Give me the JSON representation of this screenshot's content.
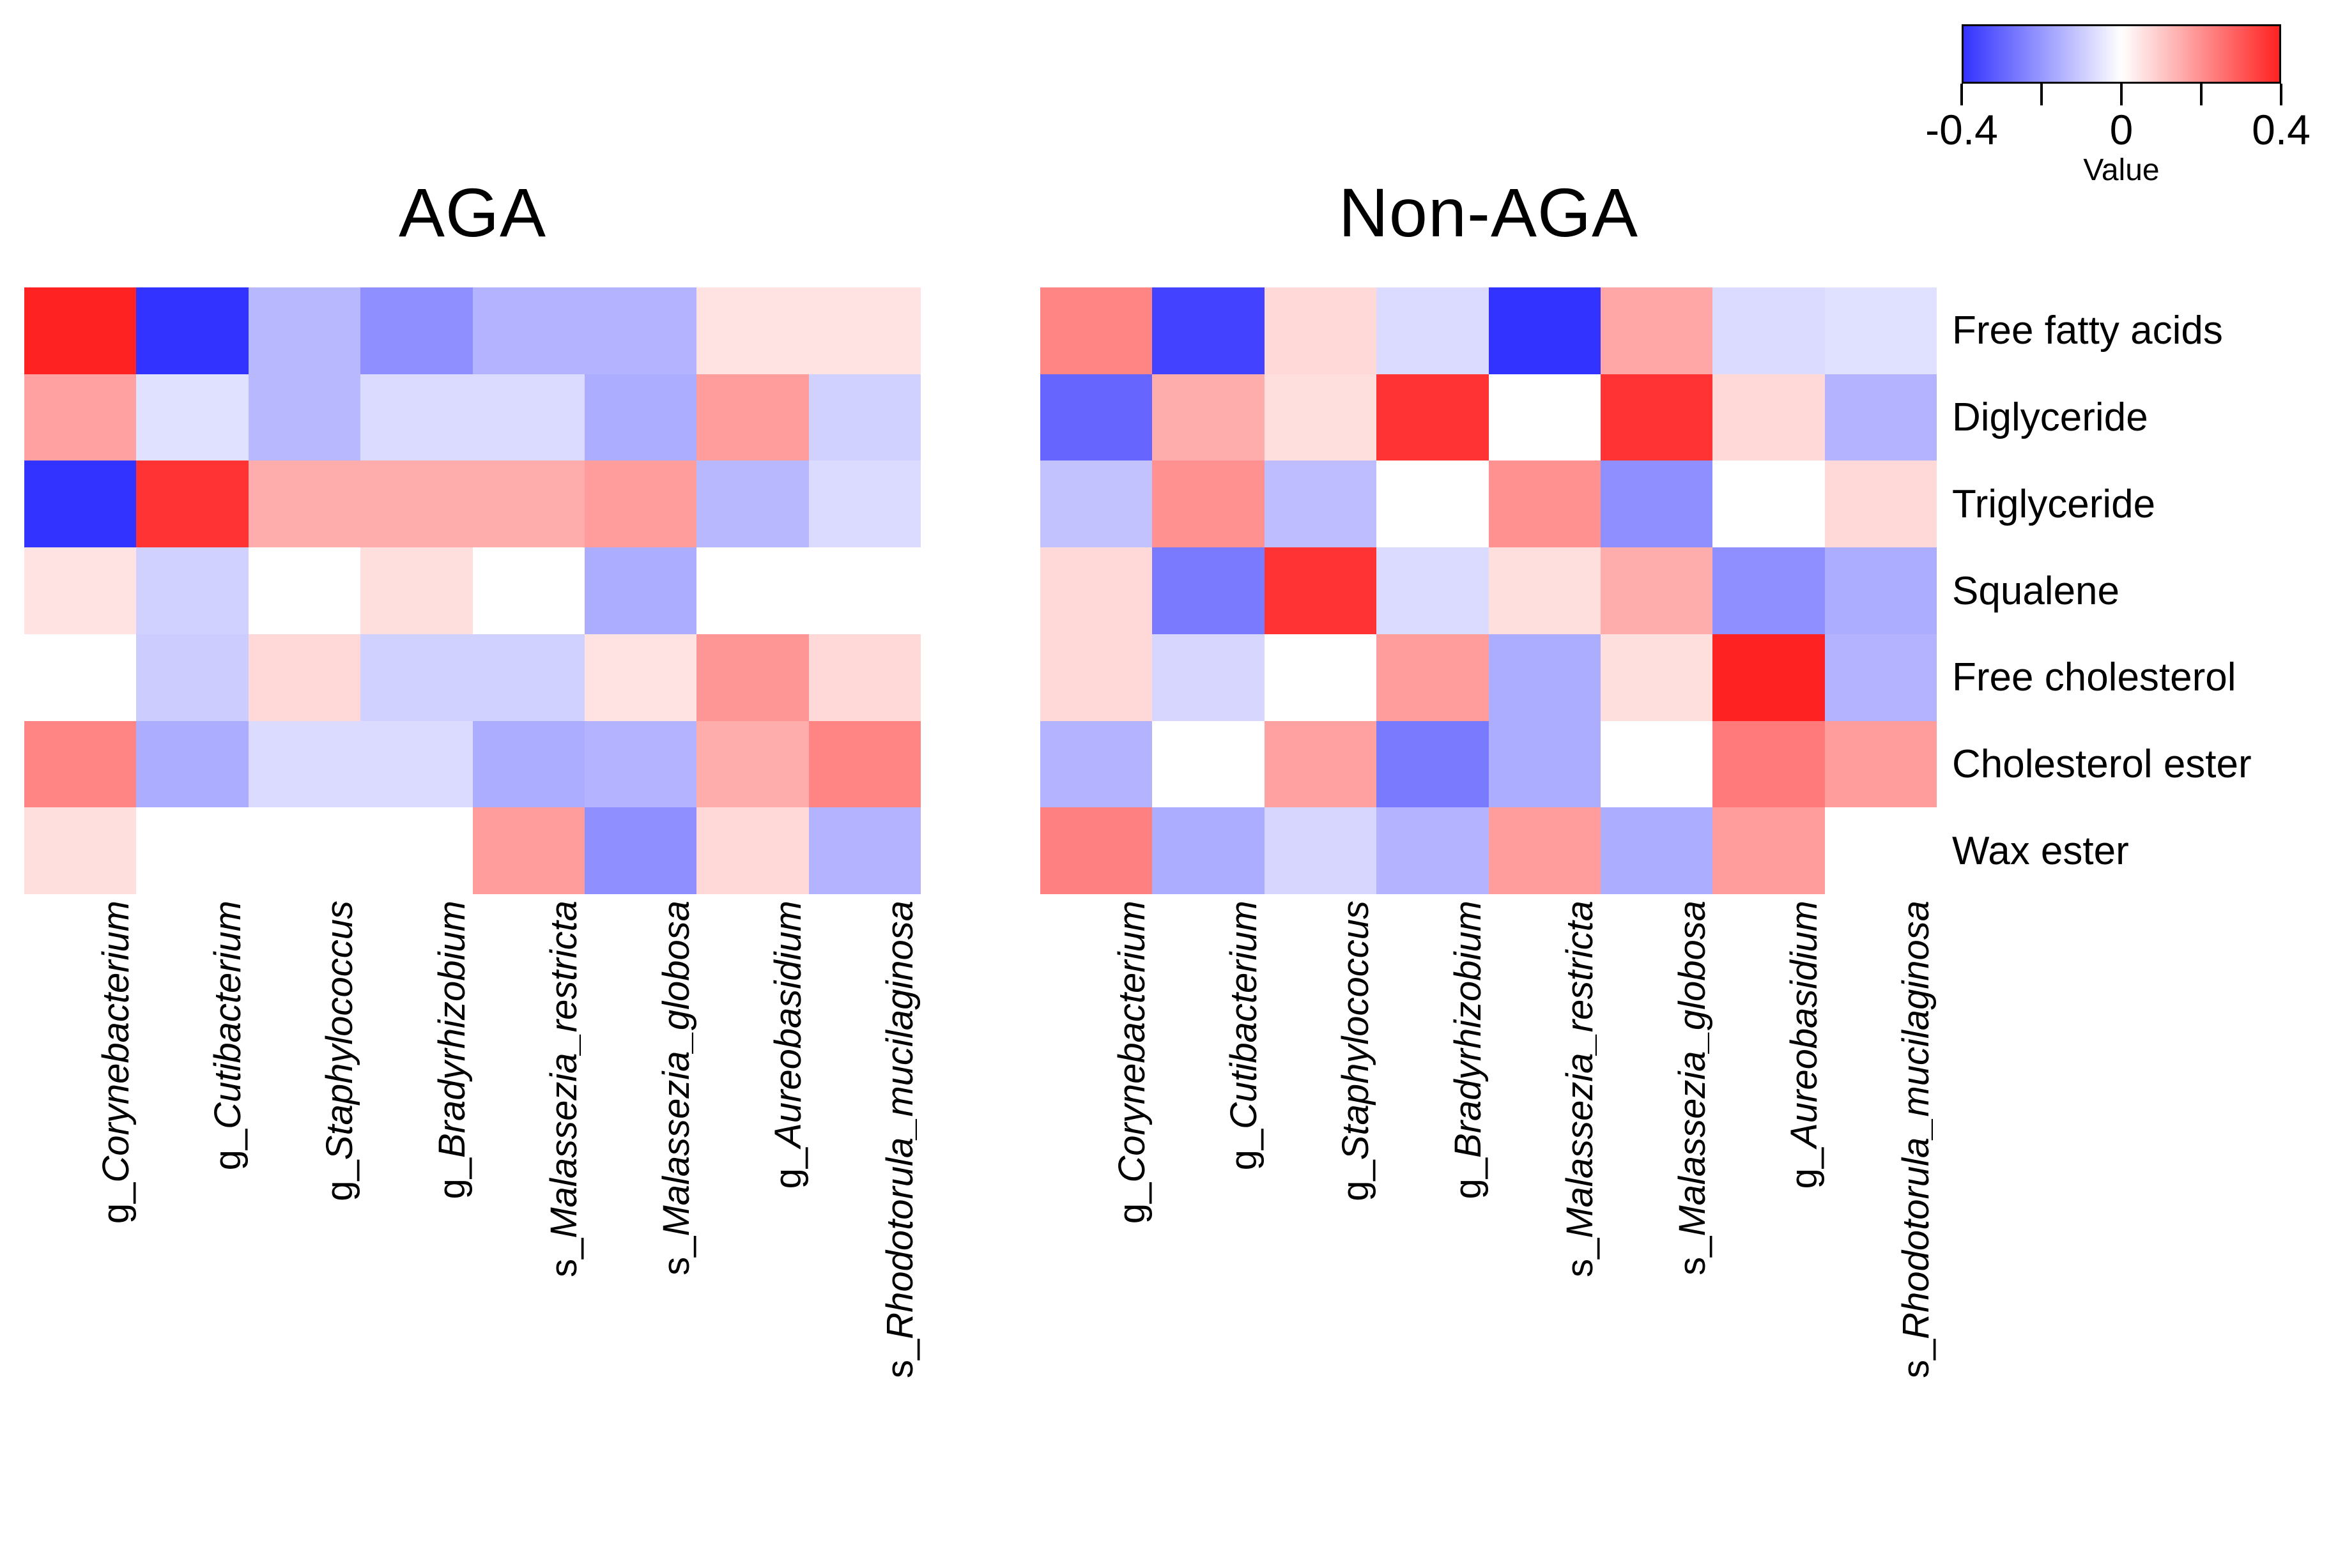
{
  "legend": {
    "title": "Value",
    "ticks": [
      "-0.4",
      "",
      "0",
      "",
      "0.4"
    ],
    "tick_values": [
      -0.4,
      -0.2,
      0,
      0.2,
      0.4
    ],
    "low_color": "#3333ff",
    "mid_color": "#ffffff",
    "high_color": "#ff2222",
    "vmin": -0.4,
    "vmax": 0.4
  },
  "panels": [
    {
      "id": "aga",
      "title": "AGA"
    },
    {
      "id": "nonaga",
      "title": "Non-AGA"
    }
  ],
  "row_labels": [
    "Free fatty acids",
    "Diglyceride",
    "Triglyceride",
    "Squalene",
    "Free cholesterol",
    "Cholesterol ester",
    "Wax ester"
  ],
  "column_labels": [
    "g_Corynebacterium",
    "g_Cutibacterium",
    "g_Staphylococcus",
    "g_Bradyrhizobium",
    "s_Malassezia_restricta",
    "s_Malassezia_globosa",
    "g_Aureobasidium",
    "s_Rhodotorula_mucilaginosa"
  ],
  "chart_data": {
    "type": "heatmap",
    "title": "",
    "xlabel": "",
    "ylabel": "",
    "colorbar_label": "Value",
    "colormap": "blue-white-red",
    "zlim": [
      -0.4,
      0.4
    ],
    "grid": false,
    "legend_position": "top-right",
    "x": [
      "g_Corynebacterium",
      "g_Cutibacterium",
      "g_Staphylococcus",
      "g_Bradyrhizobium",
      "s_Malassezia_restricta",
      "s_Malassezia_globosa",
      "g_Aureobasidium",
      "s_Rhodotorula_mucilaginosa"
    ],
    "y": [
      "Free fatty acids",
      "Diglyceride",
      "Triglyceride",
      "Squalene",
      "Free cholesterol",
      "Cholesterol ester",
      "Wax ester"
    ],
    "panels": [
      {
        "name": "AGA",
        "values": [
          [
            0.4,
            -0.4,
            -0.14,
            -0.22,
            -0.15,
            -0.15,
            0.05,
            0.05
          ],
          [
            0.17,
            -0.06,
            -0.14,
            -0.07,
            -0.07,
            -0.16,
            0.18,
            -0.09
          ],
          [
            -0.4,
            0.37,
            0.15,
            0.15,
            0.15,
            0.18,
            -0.14,
            -0.07
          ],
          [
            0.05,
            -0.09,
            0.0,
            0.06,
            0.0,
            -0.16,
            0.0,
            0.0
          ],
          [
            0.0,
            -0.1,
            0.07,
            -0.09,
            -0.09,
            0.05,
            0.19,
            0.07
          ],
          [
            0.22,
            -0.16,
            -0.07,
            -0.07,
            -0.16,
            -0.15,
            0.15,
            0.22
          ],
          [
            0.06,
            0.0,
            0.0,
            0.0,
            0.18,
            -0.22,
            0.07,
            -0.15
          ]
        ]
      },
      {
        "name": "Non-AGA",
        "values": [
          [
            0.22,
            -0.37,
            0.07,
            -0.07,
            -0.4,
            0.16,
            -0.07,
            -0.06
          ],
          [
            -0.3,
            0.15,
            0.06,
            0.37,
            0.0,
            0.37,
            0.07,
            -0.15
          ],
          [
            -0.12,
            0.2,
            -0.13,
            0.0,
            0.2,
            -0.22,
            0.0,
            0.07
          ],
          [
            0.07,
            -0.26,
            0.37,
            -0.07,
            0.06,
            0.15,
            -0.22,
            -0.16
          ],
          [
            0.07,
            -0.08,
            0.0,
            0.18,
            -0.16,
            0.06,
            0.4,
            -0.15
          ],
          [
            -0.15,
            0.0,
            0.17,
            -0.26,
            -0.16,
            0.0,
            0.24,
            0.18
          ],
          [
            0.23,
            -0.16,
            -0.08,
            -0.15,
            0.18,
            -0.16,
            0.18,
            0.0
          ]
        ]
      }
    ]
  }
}
